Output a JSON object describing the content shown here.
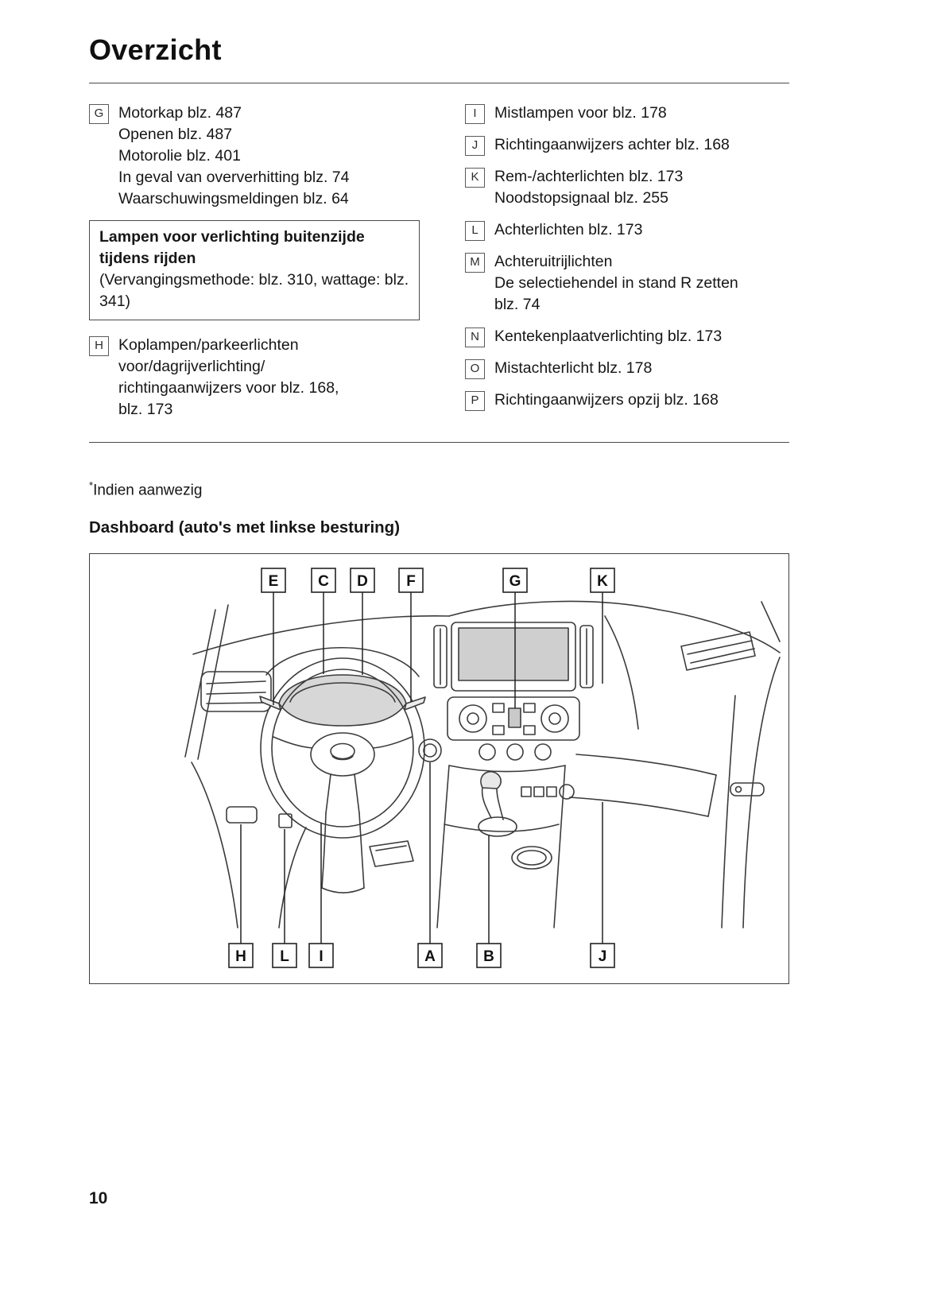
{
  "page": {
    "title": "Overzicht",
    "footnote_marker": "*",
    "footnote_text": "Indien aanwezig",
    "dashboard_heading": "Dashboard (auto's met linkse besturing)",
    "page_number": "10"
  },
  "left_column": {
    "items": [
      {
        "label": "G",
        "lines": [
          "Motorkap blz. 487",
          "Openen blz. 487",
          "Motorolie blz. 401",
          "In geval van oververhitting blz. 74",
          "Waarschuwingsmeldingen blz. 64"
        ]
      },
      {
        "label": "H",
        "lines": [
          "Koplampen/parkeerlichten",
          "voor/dagrijverlichting/",
          "richtingaanwijzers voor blz. 168,",
          "blz. 173"
        ]
      }
    ],
    "note_box": {
      "bold_text": "Lampen voor verlichting buitenzijde tijdens rijden",
      "normal_text": "(Vervangingsmethode: blz. 310, wattage: blz. 341)"
    }
  },
  "right_column": {
    "items": [
      {
        "label": "I",
        "lines": [
          "Mistlampen voor blz. 178"
        ]
      },
      {
        "label": "J",
        "lines": [
          "Richtingaanwijzers achter blz. 168"
        ]
      },
      {
        "label": "K",
        "lines": [
          "Rem-/achterlichten blz. 173",
          "Noodstopsignaal blz. 255"
        ]
      },
      {
        "label": "L",
        "lines": [
          "Achterlichten blz. 173"
        ]
      },
      {
        "label": "M",
        "lines": [
          "Achteruitrijlichten",
          "De selectiehendel in stand R zetten",
          "blz. 74"
        ]
      },
      {
        "label": "N",
        "lines": [
          "Kentekenplaatverlichting blz. 173"
        ]
      },
      {
        "label": "O",
        "lines": [
          "Mistachterlicht blz. 178"
        ]
      },
      {
        "label": "P",
        "lines": [
          "Richtingaanwijzers opzij blz. 168"
        ]
      }
    ]
  },
  "diagram": {
    "top_callouts": [
      "E",
      "C",
      "D",
      "F",
      "G",
      "K"
    ],
    "bottom_callouts": [
      "H",
      "L",
      "I",
      "A",
      "B",
      "J"
    ]
  }
}
